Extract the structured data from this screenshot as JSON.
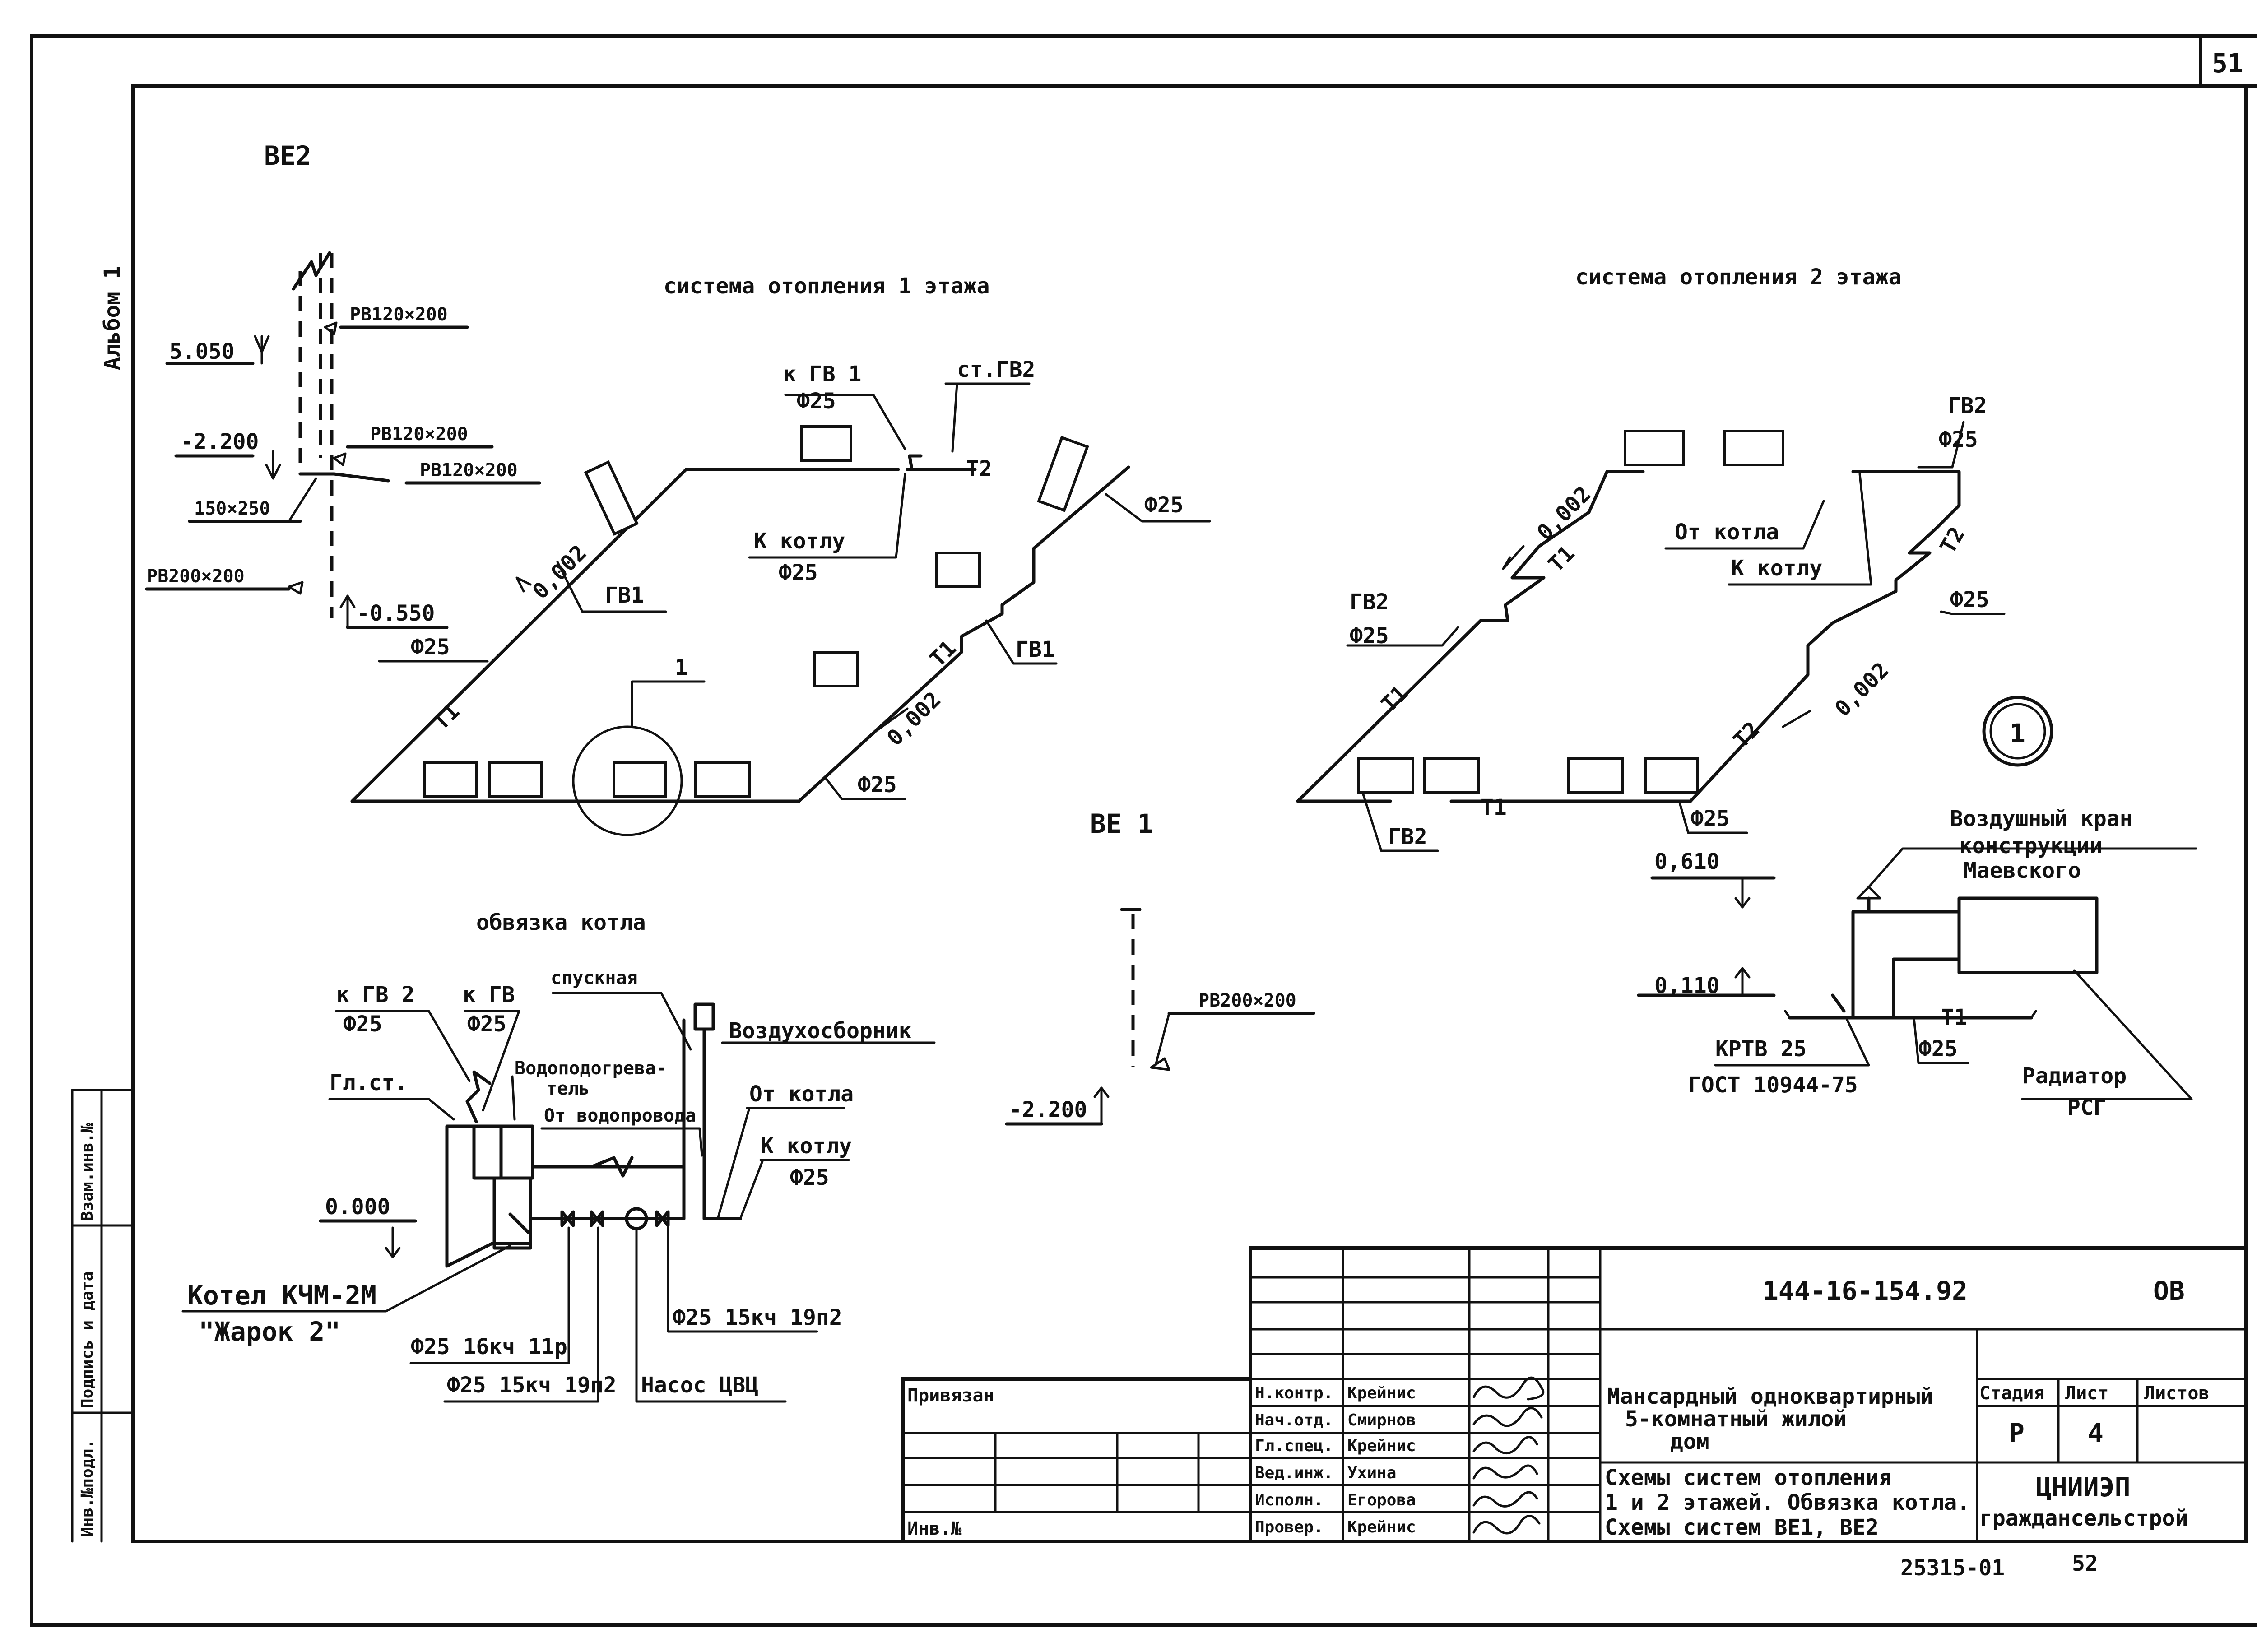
{
  "sheet": {
    "number": "51",
    "album": "Альбом 1",
    "footer_code": "25315-01",
    "footer_page": "52"
  },
  "side_stamp": {
    "inv_podl": "Инв.№подл.",
    "sign_date": "Подпись и дата",
    "vzam_inv": "Взам.инв.№"
  },
  "ve2": {
    "title": "ВЕ2",
    "marks": [
      "5.050",
      "-2.200",
      "-0.550"
    ],
    "grilles": [
      "РВ120×200",
      "РВ120×200",
      "РВ120×200",
      "150×250",
      "РВ200×200"
    ]
  },
  "floor1": {
    "title": "система отопления 1 этажа",
    "labels": [
      "к ГВ 1",
      "Ф25",
      "ст.ГВ2",
      "Т2",
      "Ф25",
      "К котлу",
      "Ф25",
      "ГВ1",
      "0,002",
      "Ф25",
      "Т1",
      "1",
      "Т1",
      "ГВ1",
      "0,002",
      "Ф25"
    ]
  },
  "floor2": {
    "title": "система отопления 2 этажа",
    "labels": [
      "ГВ2",
      "Ф25",
      "0,002",
      "Т1",
      "От котла",
      "К котлу",
      "Т2",
      "ГВ2",
      "Ф25",
      "Ф25",
      "Т1",
      "Т2",
      "0,002",
      "Т1",
      "ГВ2",
      "Ф25"
    ]
  },
  "detail1": {
    "number": "1",
    "labels": [
      "0,610",
      "0,110",
      "Воздушный кран",
      "конструкции",
      "Маевского",
      "КРТВ 25",
      "ГОСТ 10944-75",
      "Т1",
      "Ф25",
      "Радиатор",
      "РСГ"
    ]
  },
  "ve1": {
    "title": "ВЕ 1",
    "grille": "РВ200×200",
    "mark": "-2.200"
  },
  "boiler": {
    "title": "обвязка котла",
    "labels": [
      "к ГВ 2",
      "Ф25",
      "к ГВ",
      "Ф25",
      "спускная",
      "Гл.ст.",
      "Водоподогрева-",
      "тель",
      "От водопровода",
      "Воздухосборник",
      "От котла",
      "К котлу",
      "Ф25",
      "0.000",
      "Котел КЧМ-2М",
      "\"Жарок 2\"",
      "Ф25 16кч 11р",
      "Ф25 15кч 19п2",
      "Насос ЦВЦ",
      "Ф25 15кч 19п2"
    ]
  },
  "title_block": {
    "doc_code": "144-16-154.92",
    "sheet_code": "ОВ",
    "privyazan": "Привязан",
    "inv_no": "Инв.№",
    "object": [
      "Мансардный одноквартирный",
      "5-комнатный жилой",
      "дом"
    ],
    "sheet_title": [
      "Схемы систем отопления",
      "1 и 2 этажей. Обвязка котла.",
      "Схемы систем ВЕ1, ВЕ2"
    ],
    "col_headers": [
      "Стадия",
      "Лист",
      "Листов"
    ],
    "stage": "Р",
    "sheet": "4",
    "sheets": "",
    "org": [
      "ЦНИИЭП",
      "грaжданcельстрой"
    ],
    "roles": [
      "Н.контр.",
      "Нач.отд.",
      "Гл.спец.",
      "Вед.инж.",
      "Исполн.",
      "Провер."
    ],
    "names": [
      "Крейнис",
      "Смирнов",
      "Крейнис",
      "Ухина",
      "Егорова",
      "Крейнис"
    ]
  }
}
